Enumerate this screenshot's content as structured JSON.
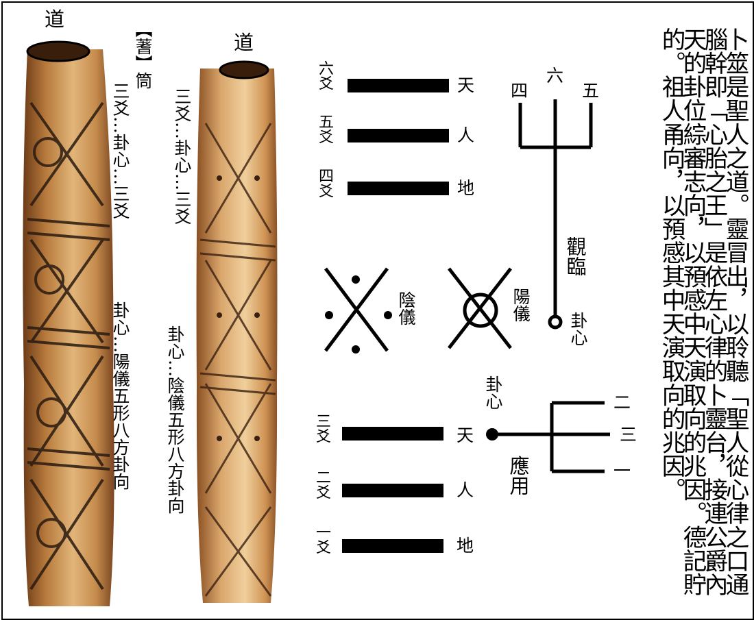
{
  "tube_left_top": "道",
  "tube_right_top": "道",
  "heading": "【蓍】筒",
  "left_tube_note_top": "三爻…卦心…三爻",
  "left_tube_note_bottom": "卦心…陽儀五形八方卦向",
  "right_tube_note_top": "三爻…卦心…三爻",
  "right_tube_note_bottom": "卦心…陰儀五形八方卦向",
  "upper_trigram": {
    "yao": [
      "六爻",
      "五爻",
      "四爻"
    ],
    "realms": [
      "天",
      "人",
      "地"
    ]
  },
  "lower_trigram": {
    "yao": [
      "三爻",
      "二爻",
      "一爻"
    ],
    "realms": [
      "天",
      "人",
      "地"
    ]
  },
  "yin_symbol_label": "陰儀",
  "yang_symbol_label": "陽儀",
  "top_fork": {
    "labels": [
      "四",
      "六",
      "五"
    ],
    "side_label": "觀臨",
    "node_label": "卦心"
  },
  "bottom_fork": {
    "node_label": "卦心",
    "labels": [
      "二",
      "三",
      "一"
    ],
    "side_label": "應用"
  },
  "poem": "卜筮是聖人之道。靈冒出，以聆聽「聖人從心律之口通腦幹即「心胎之王」是依左心律的卜靈台，接連公爵內天的卦位綜審志向，以預感中天演取向的兆因。德記貯的。祖人甬向，以預感其中天演取向的兆因。"
}
